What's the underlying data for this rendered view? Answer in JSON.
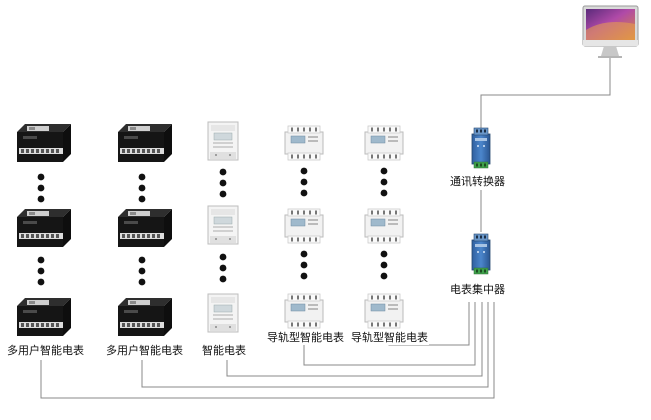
{
  "labels": {
    "multi_user_1": "多用户智能电表",
    "multi_user_2": "多用户智能电表",
    "smart_meter": "智能电表",
    "din_rail_1": "导轨型智能电表",
    "din_rail_2": "导轨型智能电表",
    "converter": "通讯转换器",
    "concentrator": "电表集中器"
  },
  "colors": {
    "wire": "#888888",
    "device_blue": "#3b73b8",
    "meter_dark": "#1f1f1f",
    "screen_top": "#b04aa8",
    "screen_bottom": "#d88a3a"
  },
  "icons": {
    "pc": "monitor-icon",
    "converter": "communication-converter-icon",
    "concentrator": "meter-concentrator-icon",
    "multi_user": "multi-user-meter-icon",
    "single": "single-phase-meter-icon",
    "din": "din-rail-meter-icon"
  }
}
